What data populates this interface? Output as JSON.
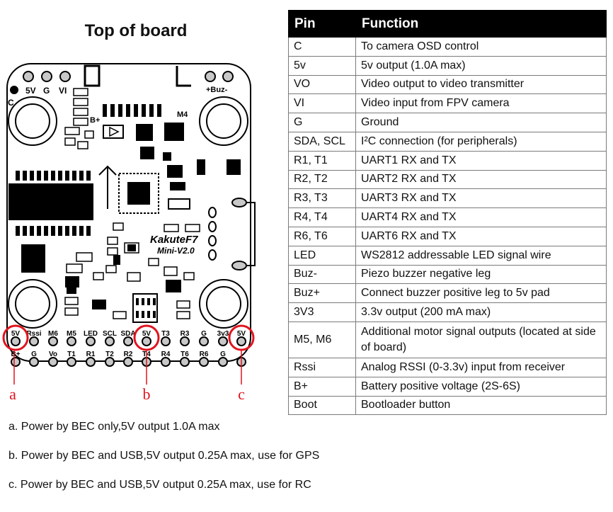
{
  "board": {
    "title": "Top of board",
    "model_line1": "KakuteF7",
    "model_line2": "Mini-V2.0",
    "top_labels": {
      "p5v": "5V",
      "g": "G",
      "vi": "VI",
      "c": "C",
      "buz": "+Buz-",
      "bplus": "B+",
      "m4": "M4"
    },
    "row1_labels": [
      "5V",
      "Rssi",
      "M6",
      "M5",
      "LED",
      "SCL",
      "SDA",
      "5V",
      "T3",
      "R3",
      "G",
      "3v3",
      "5V"
    ],
    "row2_labels": [
      "B+",
      "G",
      "Vo",
      "T1",
      "R1",
      "T2",
      "R2",
      "T4",
      "R4",
      "T6",
      "R6",
      "G"
    ],
    "markers": [
      "a",
      "b",
      "c"
    ],
    "marker_color": "#e0141e"
  },
  "table": {
    "headers": {
      "pin": "Pin",
      "function": "Function"
    },
    "rows": [
      {
        "pin": "C",
        "function": "To camera OSD control"
      },
      {
        "pin": "5v",
        "function": "5v output (1.0A max)"
      },
      {
        "pin": "VO",
        "function": "Video output to video transmitter"
      },
      {
        "pin": "VI",
        "function": "Video input from FPV camera"
      },
      {
        "pin": "G",
        "function": "Ground"
      },
      {
        "pin": "SDA, SCL",
        "function": "I²C connection (for peripherals)"
      },
      {
        "pin": "R1, T1",
        "function": "UART1 RX and TX"
      },
      {
        "pin": "R2, T2",
        "function": "UART2 RX and TX"
      },
      {
        "pin": "R3, T3",
        "function": "UART3 RX and TX"
      },
      {
        "pin": "R4, T4",
        "function": "UART4 RX and TX"
      },
      {
        "pin": "R6, T6",
        "function": "UART6 RX and TX"
      },
      {
        "pin": "LED",
        "function": "WS2812 addressable LED signal wire"
      },
      {
        "pin": "Buz-",
        "function": "Piezo buzzer negative leg"
      },
      {
        "pin": "Buz+",
        "function": "Connect buzzer positive leg to 5v pad"
      },
      {
        "pin": "3V3",
        "function": "3.3v output (200 mA max)"
      },
      {
        "pin": "M5, M6",
        "function": "Additional motor signal outputs (located at side of board)"
      },
      {
        "pin": "Rssi",
        "function": "Analog RSSI (0-3.3v) input from receiver"
      },
      {
        "pin": "B+",
        "function": "Battery positive voltage (2S-6S)"
      },
      {
        "pin": "Boot",
        "function": "Bootloader button"
      }
    ]
  },
  "notes": {
    "a": "a. Power by BEC only,5V output 1.0A max",
    "b": "b. Power by BEC and USB,5V output 0.25A max, use for GPS",
    "c": "c. Power by BEC and USB,5V output 0.25A max, use for RC"
  }
}
